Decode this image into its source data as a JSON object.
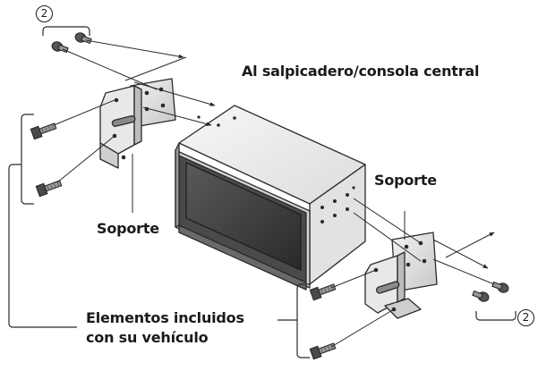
{
  "labels": {
    "dashboard": "Al salpicadero/consola central",
    "bracket_left": "Soporte",
    "bracket_right": "Soporte",
    "vehicle_parts_line1": "Elementos incluidos",
    "vehicle_parts_line2": "con su vehículo",
    "callout_top_left": "2",
    "callout_bottom_right": "2"
  },
  "icons": {
    "callout_marker": "circled-number"
  },
  "colors": {
    "line": "#2a2a2a",
    "metal_light": "#e6e6e6",
    "metal_mid": "#bdbdbd",
    "metal_dark": "#7a7a7a",
    "screen": "#3c3c3c"
  }
}
